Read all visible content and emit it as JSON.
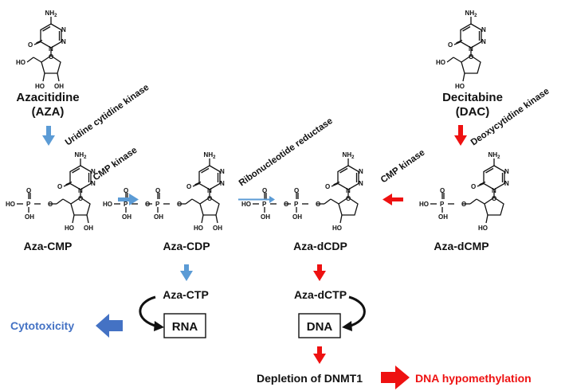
{
  "compounds": {
    "azacitidine_name": "Azacitidine",
    "azacitidine_abbr": "(AZA)",
    "decitabine_name": "Decitabine",
    "decitabine_abbr": "(DAC)",
    "aza_cmp": "Aza-CMP",
    "aza_cdp": "Aza-CDP",
    "aza_dcdp": "Aza-dCDP",
    "aza_dcmp": "Aza-dCMP",
    "aza_ctp": "Aza-CTP",
    "aza_dctp": "Aza-dCTP"
  },
  "enzymes": {
    "uridine_cytidine_kinase": "Uridine cytidine kinase",
    "deoxycytidine_kinase": "Deoxycytidine kinase",
    "cmp_kinase_left": "CMP kinase",
    "ribonucleotide_reductase": "Ribonucleotide reductase",
    "cmp_kinase_right": "CMP kinase"
  },
  "boxes": {
    "rna": "RNA",
    "dna": "DNA"
  },
  "outcomes": {
    "cytotoxicity": "Cytotoxicity",
    "depletion": "Depletion of DNMT1",
    "hypomethylation": "DNA hypomethylation"
  },
  "atoms": {
    "nh2": "NH",
    "nh2_sub": "2",
    "n": "N",
    "o": "O",
    "ho": "HO",
    "oh": "OH",
    "p": "P"
  },
  "colors": {
    "blue": "#5B9BD5",
    "red": "#EE1111",
    "cytotoxicity_text": "#4472C4",
    "text": "#111111"
  }
}
